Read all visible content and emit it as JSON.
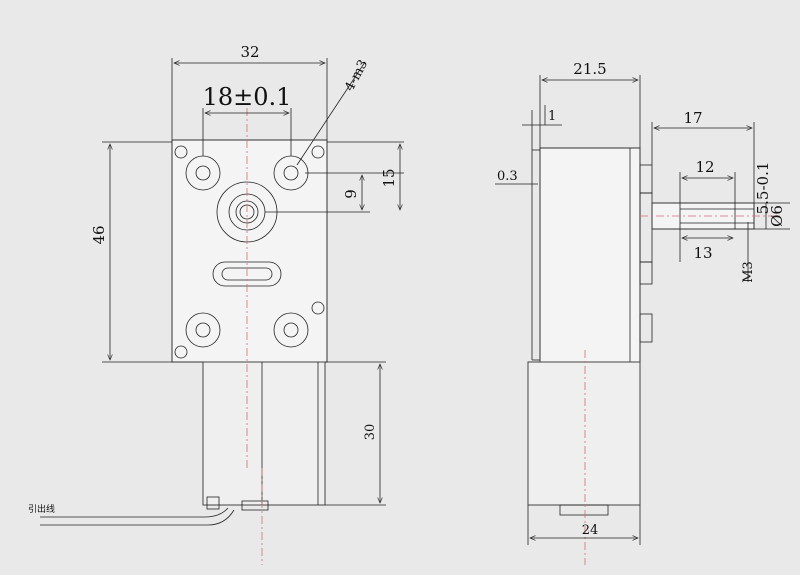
{
  "front_view": {
    "width_dim": "32",
    "hole_spacing_dim": "18±0.1",
    "thread_note": "4-m3",
    "height_dim": "46",
    "offset_dim_9": "9",
    "offset_dim_15": "15",
    "motor_len_dim": "30",
    "lead_wire_label": "引出线"
  },
  "side_view": {
    "depth_dim": "21.5",
    "flange_dim": "1",
    "plate_dim": "0.3",
    "shaft_len_dim": "17",
    "flat_len_dim": "12",
    "thread_depth_dim": "13",
    "flat_dim": "5.5-0.1",
    "shaft_dia_dim": "Ø6",
    "thread_dim": "M3",
    "motor_width_dim": "24"
  }
}
